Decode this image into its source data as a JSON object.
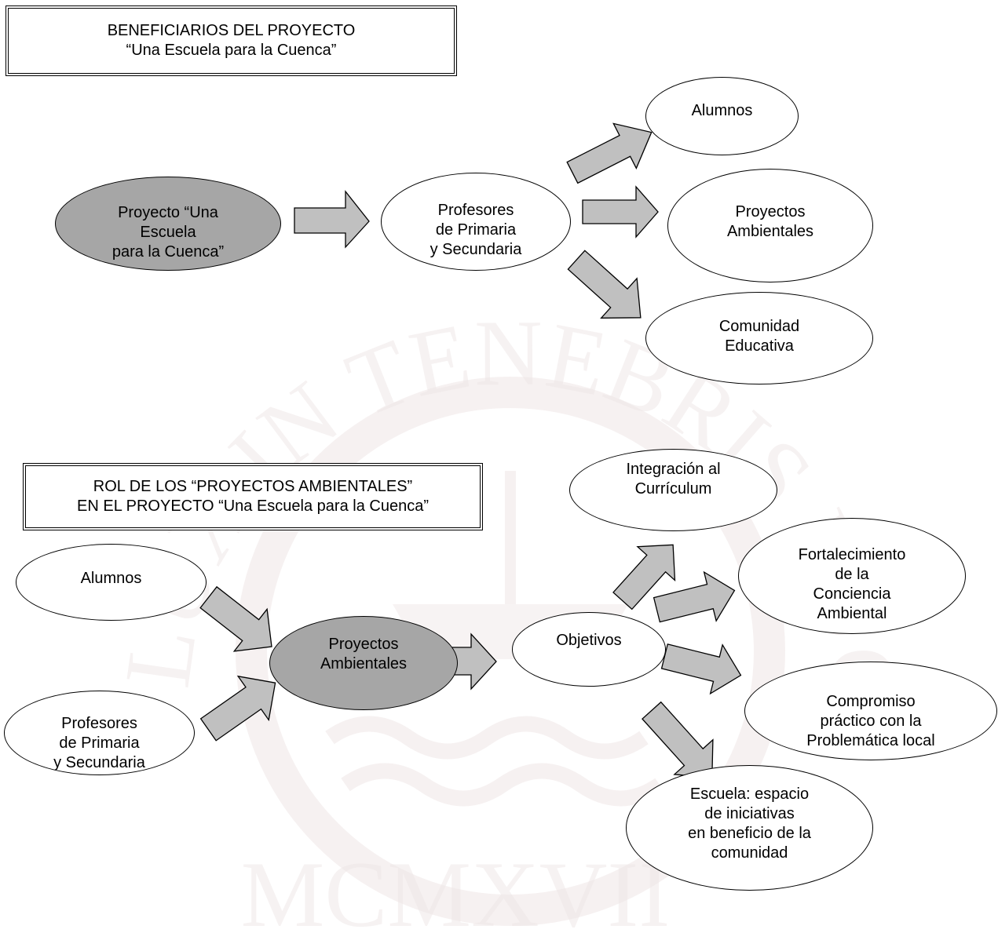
{
  "watermark": {
    "top_text": "ET LUX IN TENEBRIS LUCET",
    "bottom_text": "MCMXVII"
  },
  "diagram1": {
    "title": [
      "BENEFICIARIOS DEL PROYECTO",
      "“Una Escuela para la Cuenca”"
    ],
    "nodes": {
      "proyecto": [
        "Proyecto “Una",
        "Escuela",
        "para la Cuenca”"
      ],
      "profesores": [
        "Profesores",
        "de Primaria",
        "y Secundaria"
      ],
      "alumnos": [
        "Alumnos"
      ],
      "proyectos_ambientales": [
        "Proyectos",
        "Ambientales"
      ],
      "comunidad": [
        "Comunidad",
        "Educativa"
      ]
    }
  },
  "diagram2": {
    "title": [
      "ROL DE LOS “PROYECTOS AMBIENTALES”",
      "EN EL PROYECTO “Una Escuela para la Cuenca”"
    ],
    "nodes": {
      "alumnos": [
        "Alumnos"
      ],
      "profesores": [
        "Profesores",
        "de Primaria",
        "y Secundaria"
      ],
      "proyectos_ambientales": [
        "Proyectos",
        "Ambientales"
      ],
      "objetivos": [
        "Objetivos"
      ],
      "integracion": [
        "Integración al",
        "Currículum"
      ],
      "fortalecimiento": [
        "Fortalecimiento",
        "de la",
        "Conciencia",
        "Ambiental"
      ],
      "compromiso": [
        "Compromiso",
        "práctico con la",
        "Problemática local"
      ],
      "escuela": [
        "Escuela: espacio",
        "de iniciativas",
        "en beneficio de la",
        "comunidad"
      ]
    }
  },
  "colors": {
    "highlight_fill": "#a6a6a6",
    "arrow_fill": "#c0c0c0",
    "border": "#000000"
  }
}
